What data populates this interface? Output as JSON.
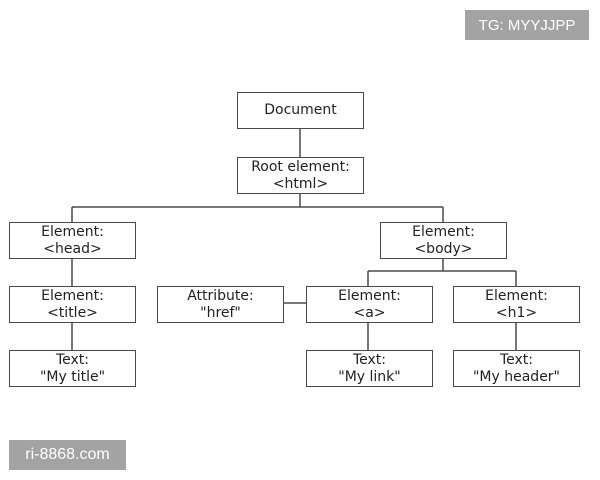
{
  "nodes": {
    "document": {
      "line1": "Document"
    },
    "root": {
      "line1": "Root element:",
      "line2": "<html>"
    },
    "head": {
      "line1": "Element:",
      "line2": "<head>"
    },
    "body": {
      "line1": "Element:",
      "line2": "<body>"
    },
    "title": {
      "line1": "Element:",
      "line2": "<title>"
    },
    "attribute": {
      "line1": "Attribute:",
      "line2": "\"href\""
    },
    "a": {
      "line1": "Element:",
      "line2": "<a>"
    },
    "h1": {
      "line1": "Element:",
      "line2": "<h1>"
    },
    "text_title": {
      "line1": "Text:",
      "line2": "\"My title\""
    },
    "text_link": {
      "line1": "Text:",
      "line2": "\"My link\""
    },
    "text_header": {
      "line1": "Text:",
      "line2": "\"My header\""
    }
  },
  "watermarks": {
    "top": "TG: MYYJJPP",
    "bottom": "ri-8868.com"
  },
  "colors": {
    "line": "#4a4a4a",
    "watermark_bg": "#a3a3a3"
  }
}
